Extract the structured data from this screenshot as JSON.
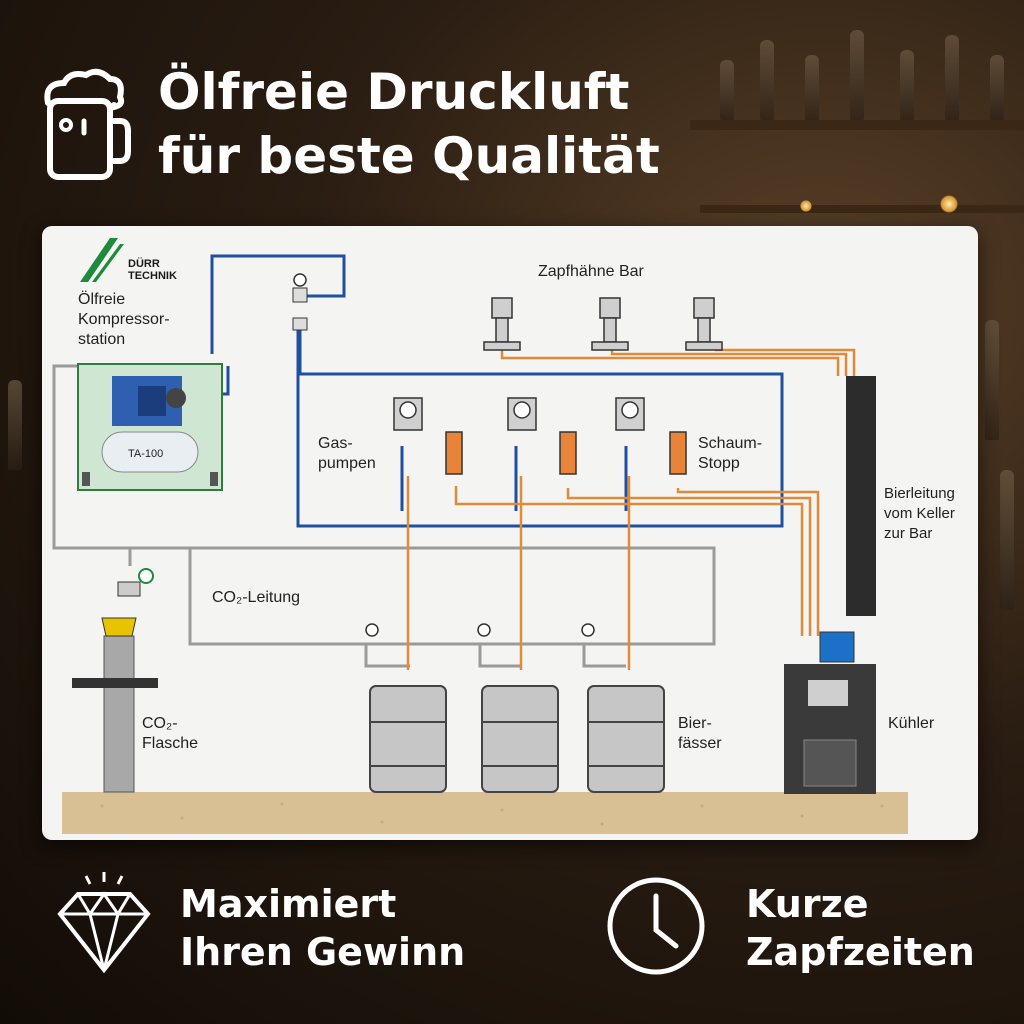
{
  "header": {
    "icon": "beer-mug-icon",
    "title_line1": "Ölfreie Druckluft",
    "title_line2": "für beste Qualität"
  },
  "diagram": {
    "brand_line1": "DÜRR",
    "brand_line2": "TECHNIK",
    "compressor_label": [
      "Ölfreie",
      "Kompressor-",
      "station"
    ],
    "tank_label": "TA-100",
    "taps_label": "Zapfhähne Bar",
    "gas_pumps_label": [
      "Gas-",
      "pumpen"
    ],
    "foam_stop_label": [
      "Schaum-",
      "Stopp"
    ],
    "beer_line_label": [
      "Bierleitung",
      "vom Keller",
      "zur Bar"
    ],
    "co2_line_label": "CO₂-Leitung",
    "co2_bottle_label": [
      "CO₂-",
      "Flasche"
    ],
    "kegs_label": [
      "Bier-",
      "fässer"
    ],
    "cooler_label": "Kühler",
    "colors": {
      "air_line": "#1f4fa0",
      "beer_line": "#e08a3a",
      "co2_line": "#9a9a9a",
      "brand_green": "#1f8a3b"
    }
  },
  "footer": {
    "left_icon": "diamond-icon",
    "left_line1": "Maximiert",
    "left_line2": "Ihren Gewinn",
    "right_icon": "clock-icon",
    "right_line1": "Kurze",
    "right_line2": "Zapfzeiten"
  }
}
